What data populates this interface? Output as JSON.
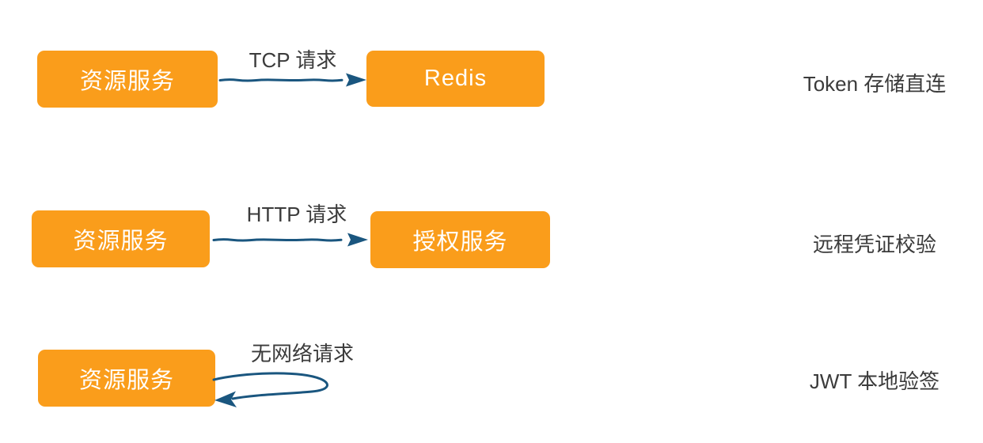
{
  "diagram": {
    "rows": [
      {
        "source": "资源服务",
        "target": "Redis",
        "arrow_label": "TCP 请求",
        "arrow_type": "straight",
        "description": "Token 存储直连"
      },
      {
        "source": "资源服务",
        "target": "授权服务",
        "arrow_label": "HTTP 请求",
        "arrow_type": "straight",
        "description": "远程凭证校验"
      },
      {
        "source": "资源服务",
        "target": null,
        "arrow_label": "无网络请求",
        "arrow_type": "self-loop",
        "description": "JWT 本地验签"
      }
    ],
    "colors": {
      "background": "#FFFFFF",
      "box_fill": "#FA9D1B",
      "box_text": "#FFFFFF",
      "arrow": "#1A567F",
      "label_text": "#3B3B3B"
    }
  }
}
